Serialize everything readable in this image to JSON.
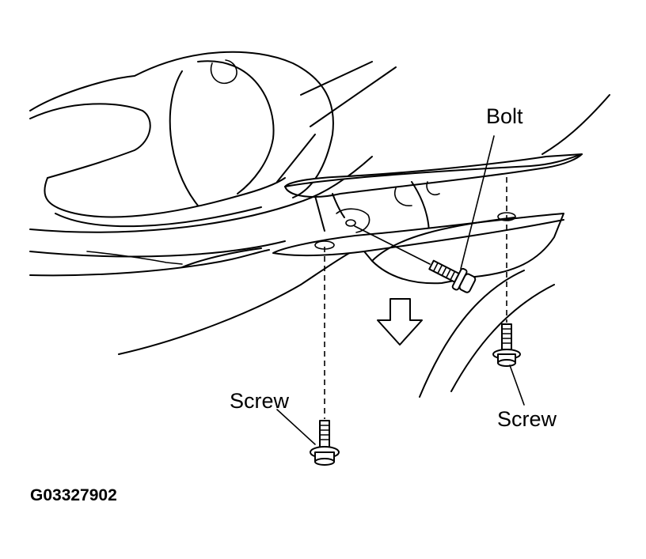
{
  "labels": {
    "bolt": "Bolt",
    "screw_left": "Screw",
    "screw_right": "Screw"
  },
  "figure_code": "G03327902",
  "icons": {
    "direction_arrow": "down-arrow-icon",
    "bolt": "bolt-icon",
    "screw": "screw-icon"
  }
}
